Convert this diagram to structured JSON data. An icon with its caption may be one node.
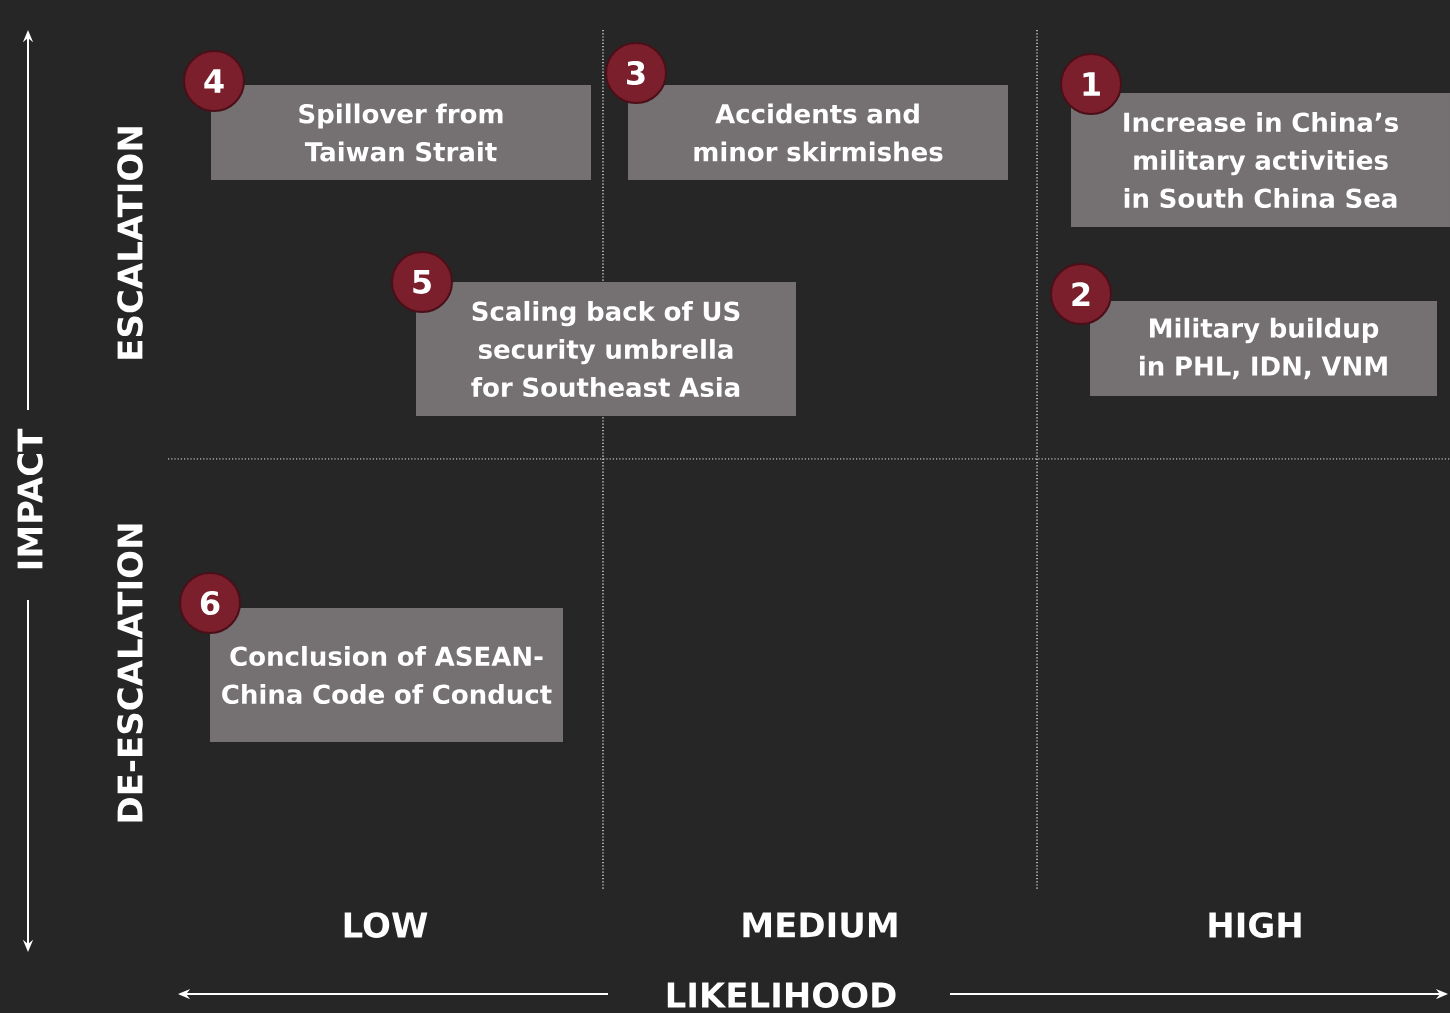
{
  "diagram": {
    "nodes": [
      {
        "text": [
          "4",
          "Spillover from Taiwan Strait"
        ]
      },
      {
        "text": [
          "3",
          "Accidents and minor skirmishes"
        ]
      },
      {
        "text": [
          "1",
          "Increase in China’s military activities in South China Sea"
        ]
      },
      {
        "text": [
          "5",
          "Scaling back of US security umbrella for Southeast Asia"
        ]
      },
      {
        "text": [
          "2",
          "Military buildup in PHL, IDN, VNM"
        ]
      },
      {
        "text": [
          "6",
          "Conclusion of ASEAN-China Code of Conduct"
        ]
      }
    ],
    "labels": [
      "IMPACT",
      "ESCALATION",
      "DE-ESCALATION",
      "LOW",
      "MEDIUM",
      "HIGH",
      "LIKELIHOOD"
    ]
  }
}
